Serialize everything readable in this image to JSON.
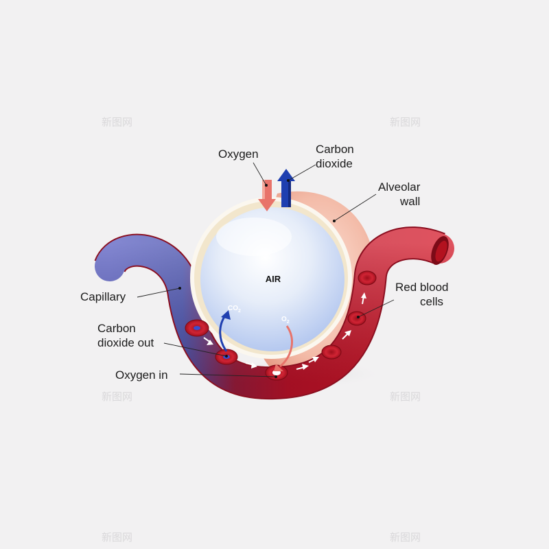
{
  "labels": {
    "oxygen": "Oxygen",
    "carbon_dioxide": [
      "Carbon",
      "dioxide"
    ],
    "alveolar_wall": [
      "Alveolar",
      "wall"
    ],
    "capillary": "Capillary",
    "red_blood_cells": [
      "Red blood",
      "cells"
    ],
    "carbon_dioxide_out": [
      "Carbon",
      "dioxide out"
    ],
    "oxygen_in": "Oxygen in",
    "air": "AIR",
    "co2": {
      "base": "CO",
      "sub": "2"
    },
    "o2": {
      "base": "O",
      "sub": "2"
    }
  },
  "watermark": "新图网",
  "colors": {
    "background": "#f2f1f2",
    "deoxygenated_blood": "#4a55b5",
    "oxygenated_blood": "#c8102e",
    "alveolar_wall": "#efb3a1",
    "air_sac": "#cfdcf5",
    "oxygen_arrow": "#e8736a",
    "carbon_dioxide_arrow": "#1f3fb0"
  }
}
